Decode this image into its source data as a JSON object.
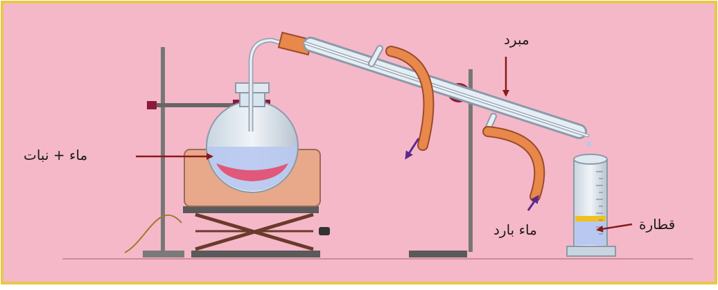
{
  "labels": {
    "cooler": "مبرد",
    "water_plant": "ماء + نبات",
    "cold_water": "ماء بارد",
    "distillate": "قطارة"
  },
  "colors": {
    "background": "#f5b8c9",
    "border": "#e6c84a",
    "hose": "#e8884a",
    "glass": "#d8e4ee",
    "metal": "#6e6e6e",
    "heater": "#e8a98a",
    "liquid_pink": "#e0587a",
    "liquid_blue": "#b8c8f0",
    "distillate_yellow": "#f0c020"
  }
}
